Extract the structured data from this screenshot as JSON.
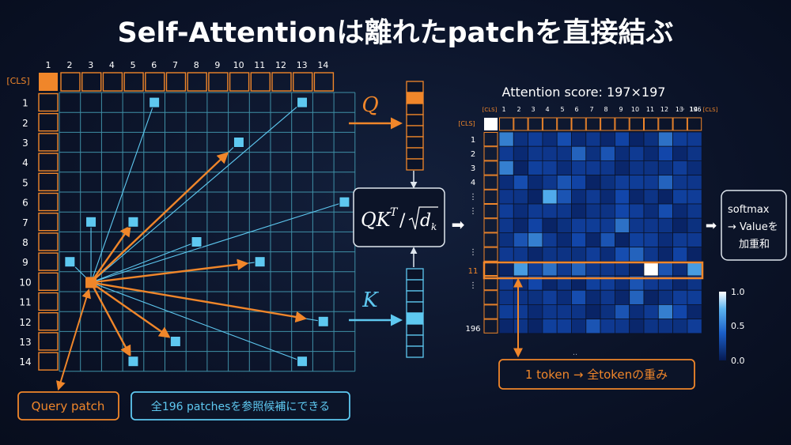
{
  "title": "Self-Attentionは離れたpatchを直接結ぶ",
  "grid": {
    "col_labels": [
      "1",
      "2",
      "3",
      "4",
      "5",
      "6",
      "7",
      "8",
      "9",
      "10",
      "11",
      "12",
      "13",
      "14"
    ],
    "row_labels": [
      "1",
      "2",
      "3",
      "4",
      "5",
      "6",
      "7",
      "8",
      "9",
      "10",
      "11",
      "12",
      "13",
      "14"
    ],
    "cls_label": "[CLS]",
    "query_patch": [
      10,
      2
    ],
    "target_patches": [
      [
        1,
        5
      ],
      [
        1,
        12
      ],
      [
        3,
        9
      ],
      [
        6,
        14
      ],
      [
        7,
        2
      ],
      [
        7,
        4
      ],
      [
        8,
        7
      ],
      [
        9,
        1
      ],
      [
        9,
        10
      ],
      [
        12,
        13
      ],
      [
        13,
        6
      ],
      [
        14,
        4
      ],
      [
        14,
        12
      ]
    ],
    "orange_links": [
      [
        3,
        9
      ],
      [
        7,
        4
      ],
      [
        9,
        10
      ],
      [
        12,
        13
      ],
      [
        13,
        6
      ],
      [
        14,
        4
      ]
    ]
  },
  "q_label": "Q",
  "k_label": "K",
  "formula": {
    "base": "QK",
    "sup": "T",
    "slash": "/",
    "radicand": "d",
    "sub": "k"
  },
  "arrow_symbol": "➡",
  "matrix": {
    "title": "Attention score: 197×197",
    "col_labels": [
      "[CLS]",
      "1",
      "2",
      "3",
      "4",
      "5",
      "6",
      "7",
      "8",
      "9",
      "10",
      "11",
      "12",
      "13",
      "14",
      "···",
      "196",
      "[CLS]"
    ],
    "row_labels": [
      "[CLS]",
      "1",
      "2",
      "3",
      "4",
      "⋮",
      "⋮",
      "",
      "⋮",
      "11",
      "⋮",
      "",
      "196"
    ],
    "highlight_row_label": "11",
    "dots": "..",
    "colorbar": {
      "max": "1.0",
      "mid": "0.5",
      "min": "0.0"
    }
  },
  "softmax_text": [
    "softmax",
    "→ Valueを",
    "加重和"
  ],
  "token_caption": "1  token → 全tokenの重み",
  "query_caption": "Query patch",
  "candidates_caption": "全196 patchesを参照候補にできる",
  "colors": {
    "orange": "#f0862a",
    "cyan": "#5ec8f0",
    "grid": "#3f8fa6",
    "white": "#ffffff"
  }
}
